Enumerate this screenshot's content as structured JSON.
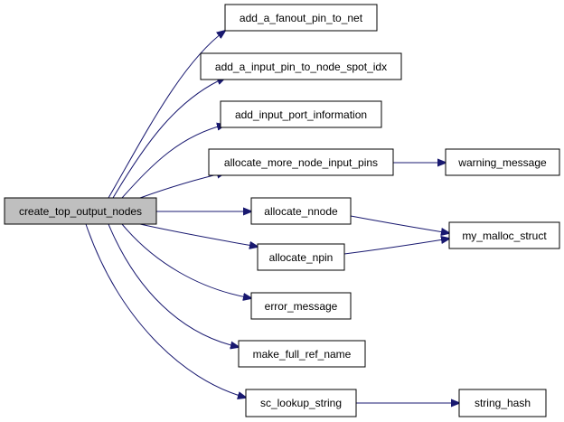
{
  "diagram": {
    "type": "call-graph",
    "colors": {
      "edge": "#191970",
      "root_fill": "#bfbfbf",
      "node_fill": "#ffffff",
      "node_border": "#000000"
    },
    "nodes": [
      {
        "id": "create_top_output_nodes",
        "label": "create_top_output_nodes",
        "root": true
      },
      {
        "id": "add_a_fanout_pin_to_net",
        "label": "add_a_fanout_pin_to_net"
      },
      {
        "id": "add_a_input_pin_to_node_spot_idx",
        "label": "add_a_input_pin_to_node_spot_idx"
      },
      {
        "id": "add_input_port_information",
        "label": "add_input_port_information"
      },
      {
        "id": "allocate_more_node_input_pins",
        "label": "allocate_more_node_input_pins"
      },
      {
        "id": "allocate_nnode",
        "label": "allocate_nnode"
      },
      {
        "id": "allocate_npin",
        "label": "allocate_npin"
      },
      {
        "id": "error_message",
        "label": "error_message"
      },
      {
        "id": "make_full_ref_name",
        "label": "make_full_ref_name"
      },
      {
        "id": "sc_lookup_string",
        "label": "sc_lookup_string"
      },
      {
        "id": "warning_message",
        "label": "warning_message"
      },
      {
        "id": "my_malloc_struct",
        "label": "my_malloc_struct"
      },
      {
        "id": "string_hash",
        "label": "string_hash"
      }
    ],
    "edges": [
      {
        "from": "create_top_output_nodes",
        "to": "add_a_fanout_pin_to_net"
      },
      {
        "from": "create_top_output_nodes",
        "to": "add_a_input_pin_to_node_spot_idx"
      },
      {
        "from": "create_top_output_nodes",
        "to": "add_input_port_information"
      },
      {
        "from": "create_top_output_nodes",
        "to": "allocate_more_node_input_pins"
      },
      {
        "from": "create_top_output_nodes",
        "to": "allocate_nnode"
      },
      {
        "from": "create_top_output_nodes",
        "to": "allocate_npin"
      },
      {
        "from": "create_top_output_nodes",
        "to": "error_message"
      },
      {
        "from": "create_top_output_nodes",
        "to": "make_full_ref_name"
      },
      {
        "from": "create_top_output_nodes",
        "to": "sc_lookup_string"
      },
      {
        "from": "allocate_more_node_input_pins",
        "to": "warning_message"
      },
      {
        "from": "allocate_nnode",
        "to": "my_malloc_struct"
      },
      {
        "from": "allocate_npin",
        "to": "my_malloc_struct"
      },
      {
        "from": "sc_lookup_string",
        "to": "string_hash"
      }
    ]
  }
}
